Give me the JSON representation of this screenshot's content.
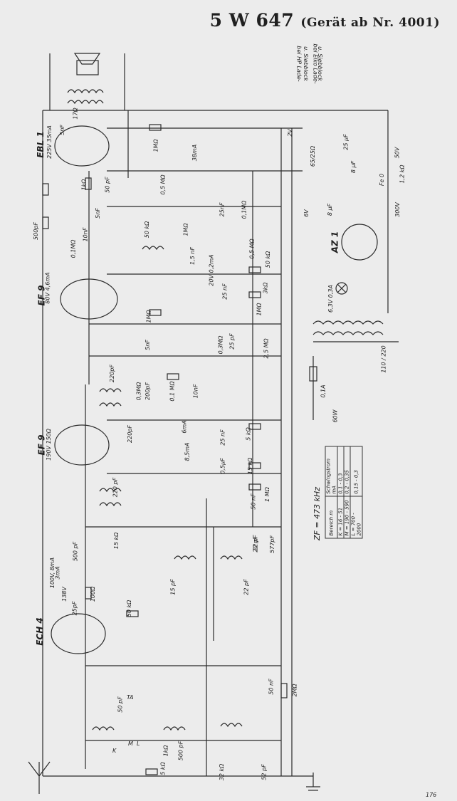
{
  "title": {
    "main": "5 W 647",
    "sub": "(Gerät ab Nr. 4001)"
  },
  "tubes": [
    "EBL 1",
    "EF 9",
    "EF 9",
    "ECH 4",
    "AZ 1"
  ],
  "operating_points": [
    "225V 35mA",
    "80V 4,6mA",
    "190V 150Ω",
    "100V, 8mA",
    "3mA",
    "138V",
    "20V 0,2mA",
    "38mA",
    "6mA",
    "8,5mA",
    "2V",
    "6V",
    "50V",
    "300V"
  ],
  "notes": {
    "filter": [
      "bei HP Lade-",
      "u. Siebblock",
      "bei Elko Lade-",
      "u. Siebblock"
    ],
    "zf": "ZF = 473 kHz",
    "mains": "110 / 220",
    "lamp": "6,3V 0,3A",
    "fuse": "0,1A",
    "power": "60W"
  },
  "range_table": {
    "headers": [
      "Bereich m",
      "Schwingstrom mA"
    ],
    "rows": [
      [
        "K = 16 - 51",
        "0,1 - 0,3"
      ],
      [
        "M = 190 - 590",
        "0,2 - 0,35"
      ],
      [
        "L = 700 - 2000",
        "0,15 - 0,3"
      ]
    ]
  },
  "component_values": [
    "5nF",
    "17Ω",
    "1MΩ",
    "50 pF",
    "1kΩ",
    "0,5 MΩ",
    "25nF",
    "5nF",
    "0,1MΩ",
    "50 kΩ",
    "1MΩ",
    "10nF",
    "500pF",
    "0,1MΩ",
    "1,5 nF",
    "0,5 MΩ",
    "1MΩ",
    "50 kΩ",
    "3kΩ",
    "25 nF",
    "5nF",
    "1MΩ",
    "0,3MΩ",
    "25 pF",
    "2,5 MΩ",
    "200pF",
    "0,3MΩ",
    "0,1 MΩ",
    "10nF",
    "220pF",
    "220pF",
    "5 kΩ",
    "25 nF",
    "0,5µF",
    "15 kΩ",
    "50 nF",
    "1 MΩ",
    "220 pF",
    "15 kΩ",
    "500 pF",
    "22 pF",
    "100Ω",
    "25pF",
    "50 kΩ",
    "15 pF",
    "22 pF",
    "22 pF",
    "577pF",
    "50 nF",
    "2MΩ",
    "50 pF",
    "500 pF",
    "52 pF",
    "5 kΩ",
    "32 kΩ",
    "1kΩ",
    "65/25Ω",
    "25 µF",
    "8 µF",
    "8 µF",
    "1,2 kΩ",
    "Fe 0"
  ],
  "switch_labels": [
    "K",
    "M",
    "L",
    "TA"
  ],
  "page_number": "176"
}
